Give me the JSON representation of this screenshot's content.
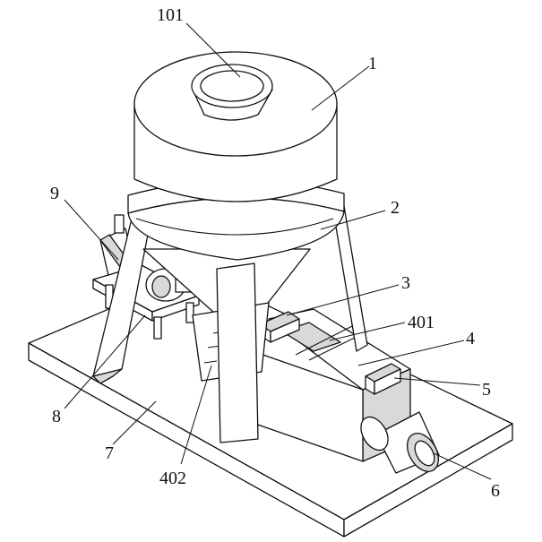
{
  "labels": {
    "l101": "101",
    "l1": "1",
    "l2": "2",
    "l3": "3",
    "l401": "401",
    "l4": "4",
    "l5": "5",
    "l6": "6",
    "l7": "7",
    "l8": "8",
    "l9": "9",
    "l402": "402"
  }
}
